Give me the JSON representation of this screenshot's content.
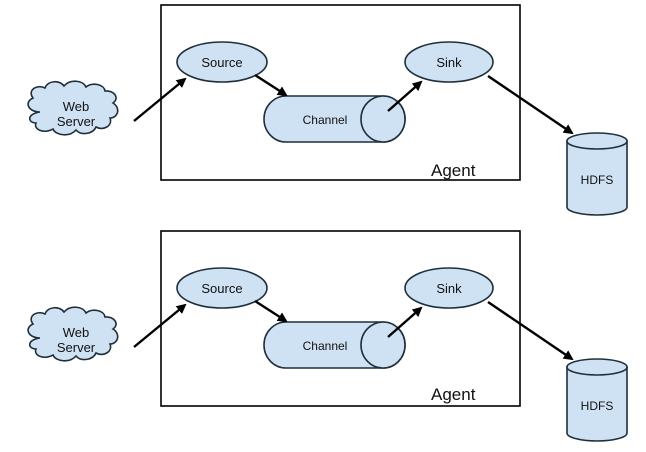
{
  "colors": {
    "node_fill": "#cfe2f3",
    "node_stroke": "#1f2f3a",
    "line": "#000000",
    "background": "#ffffff"
  },
  "diagrams": [
    {
      "agent_label": "Agent",
      "web_server_label_line1": "Web",
      "web_server_label_line2": "Server",
      "source_label": "Source",
      "channel_label": "Channel",
      "sink_label": "Sink",
      "hdfs_label": "HDFS"
    },
    {
      "agent_label": "Agent",
      "web_server_label_line1": "Web",
      "web_server_label_line2": "Server",
      "source_label": "Source",
      "channel_label": "Channel",
      "sink_label": "Sink",
      "hdfs_label": "HDFS"
    }
  ]
}
